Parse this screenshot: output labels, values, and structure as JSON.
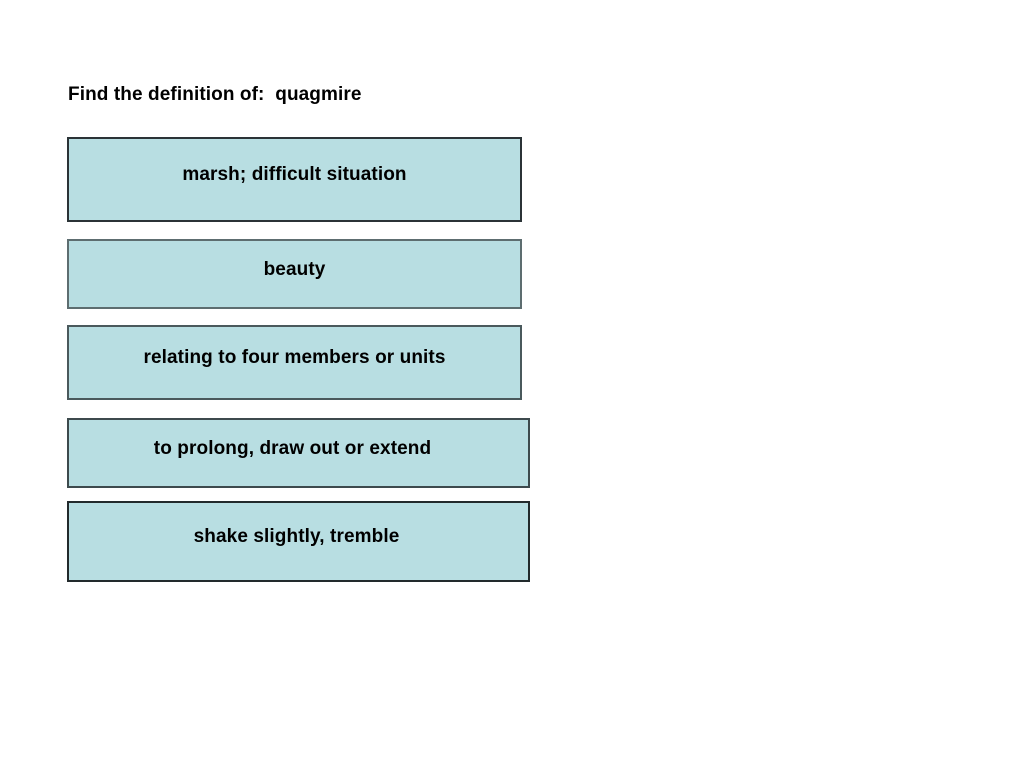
{
  "slide": {
    "background_color": "#ffffff",
    "prompt": "Find the definition of:  quagmire",
    "prompt_word": "quagmire",
    "choice_fill_color": "#b8dee2",
    "choice_border_color": "#30393c",
    "text_color": "#000000",
    "choices": [
      {
        "label": "marsh; difficult situation"
      },
      {
        "label": "beauty"
      },
      {
        "label": "relating to four members or units"
      },
      {
        "label": "to prolong, draw out or extend"
      },
      {
        "label": "shake slightly, tremble"
      }
    ]
  }
}
